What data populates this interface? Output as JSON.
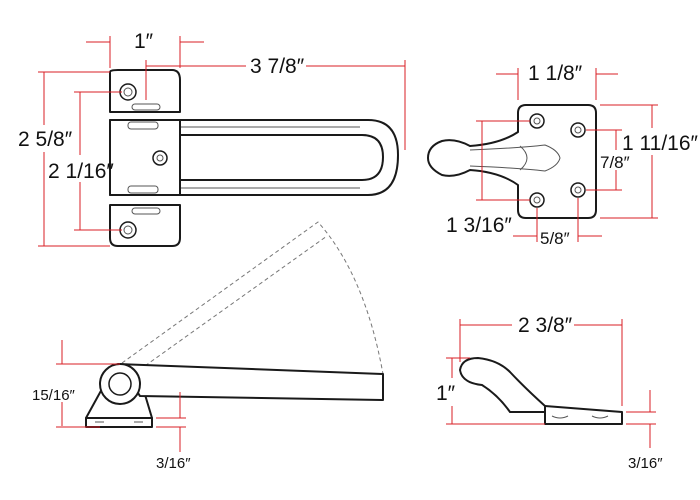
{
  "colors": {
    "dimension_line": "#d81f26",
    "outline": "#1a1a1a"
  },
  "top_view": {
    "dim_top_width": "1″",
    "dim_arm_length": "3 7/8″",
    "dim_total_height": "2 5/8″",
    "dim_hole_spacing": "2 1/16″"
  },
  "strike_plate": {
    "dim_width": "1 1/8″",
    "dim_height": "1 11/16″",
    "dim_hole_vertical": "7/8″",
    "dim_knob_depth": "1 3/16″",
    "dim_hole_horizontal": "5/8″"
  },
  "side_view": {
    "dim_height": "15/16″",
    "dim_base": "3/16″"
  },
  "strike_side_view": {
    "dim_length": "2 3/8″",
    "dim_height": "1″",
    "dim_base": "3/16″"
  }
}
